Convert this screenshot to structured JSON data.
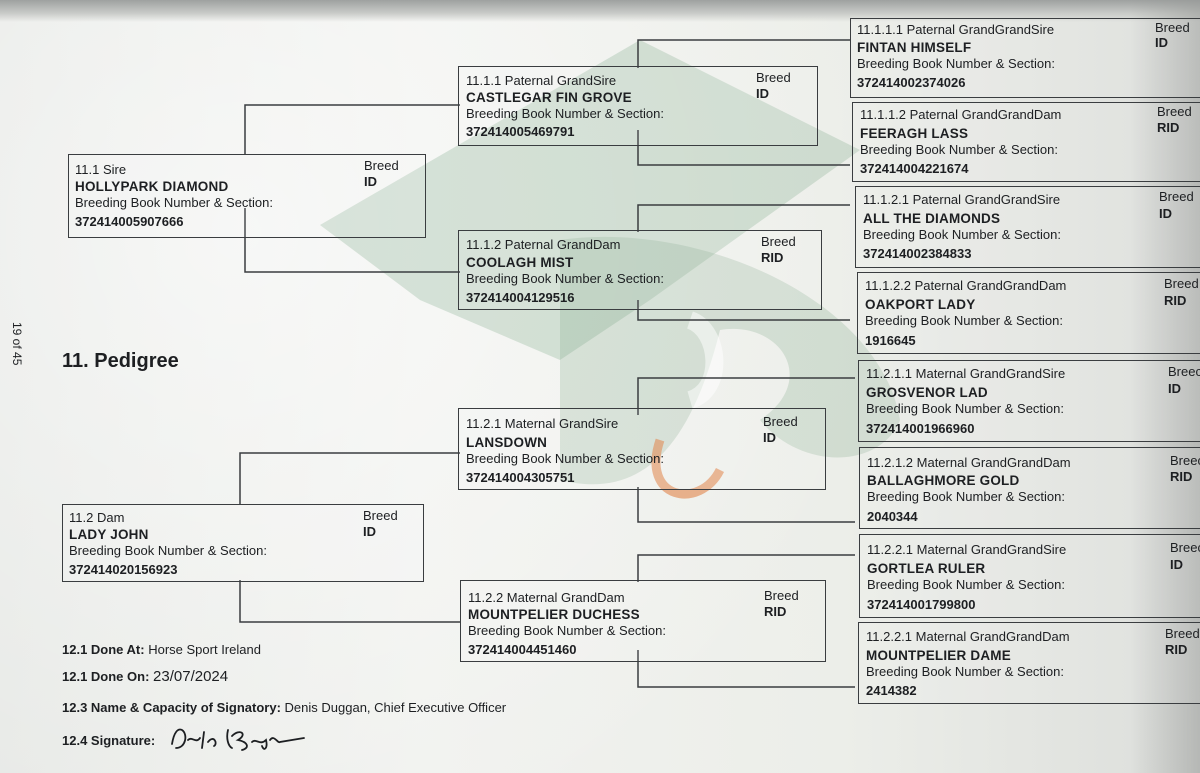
{
  "page_number": "19 of 45",
  "heading": "11. Pedigree",
  "breed_label": "Breed",
  "bbn_label": "Breeding Book Number & Section:",
  "sire": {
    "role": "11.1 Sire",
    "name": "HOLLYPARK DIAMOND",
    "number": "372414005907666",
    "breed": "ID"
  },
  "dam": {
    "role": "11.2 Dam",
    "name": "LADY JOHN",
    "number": "372414020156923",
    "breed": "ID"
  },
  "grandparents": [
    {
      "role": "11.1.1 Paternal GrandSire",
      "name": "CASTLEGAR FIN GROVE",
      "number": "372414005469791",
      "breed": "ID"
    },
    {
      "role": "11.1.2 Paternal GrandDam",
      "name": "COOLAGH MIST",
      "number": "372414004129516",
      "breed": "RID"
    },
    {
      "role": "11.2.1 Maternal GrandSire",
      "name": "LANSDOWN",
      "number": "372414004305751",
      "breed": "ID"
    },
    {
      "role": "11.2.2 Maternal GrandDam",
      "name": "MOUNTPELIER DUCHESS",
      "number": "372414004451460",
      "breed": "RID"
    }
  ],
  "great_grandparents": [
    {
      "role": "11.1.1.1 Paternal GrandGrandSire",
      "name": "FINTAN HIMSELF",
      "number": "372414002374026",
      "breed_label": "Breed",
      "breed": "ID"
    },
    {
      "role": "11.1.1.2 Paternal GrandGrandDam",
      "name": "FEERAGH LASS",
      "number": "372414004221674",
      "breed_label": "Breed",
      "breed": "RID"
    },
    {
      "role": "11.1.2.1 Paternal GrandGrandSire",
      "name": "ALL THE DIAMONDS",
      "number": "372414002384833",
      "breed_label": "Breed",
      "breed": "ID"
    },
    {
      "role": "11.1.2.2 Paternal GrandGrandDam",
      "name": "OAKPORT LADY",
      "number": "1916645",
      "breed_label": "Breed",
      "breed": "RID"
    },
    {
      "role": "11.2.1.1 Maternal GrandGrandSire",
      "name": "GROSVENOR LAD",
      "number": "372414001966960",
      "breed_label": "Breec",
      "breed": "ID"
    },
    {
      "role": "11.2.1.2 Maternal GrandGrandDam",
      "name": "BALLAGHMORE GOLD",
      "number": "2040344",
      "breed_label": "Breec",
      "breed": "RID"
    },
    {
      "role": "11.2.2.1 Maternal GrandGrandSire",
      "name": "GORTLEA RULER",
      "number": "372414001799800",
      "breed_label": "Breec",
      "breed": "ID"
    },
    {
      "role": "11.2.2.1 Maternal GrandGrandDam",
      "name": "MOUNTPELIER DAME",
      "number": "2414382",
      "breed_label": "Breed",
      "breed": "RID"
    }
  ],
  "footer": {
    "done_at_label": "12.1 Done At:",
    "done_at": "Horse Sport Ireland",
    "done_on_label": "12.1 Done On:",
    "done_on": "23/07/2024",
    "signatory_label": "12.3 Name & Capacity of Signatory:",
    "signatory": "Denis Duggan, Chief Executive Officer",
    "signature_label": "12.4 Signature:"
  },
  "colors": {
    "ink": "#1d1f22",
    "watermark_green": "#6f9a78",
    "watermark_orange": "#e07a3a"
  }
}
